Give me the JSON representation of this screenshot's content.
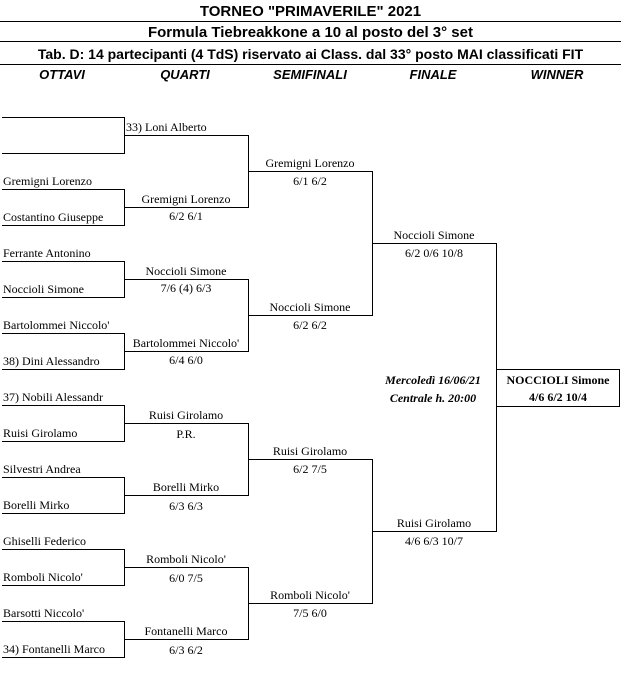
{
  "header": {
    "title": "TORNEO  \"PRIMAVERILE\"  2021",
    "subtitle": "Formula Tiebreakkone a 10 al posto del 3° set",
    "table_info": "Tab. D: 14 partecipanti (4 TdS) riservato ai Class. dal 33° posto MAI classificati FIT"
  },
  "columns": [
    "OTTAVI",
    "QUARTI",
    "SEMIFINALI",
    "FINALE",
    "WINNER"
  ],
  "ottavi": [
    "",
    "",
    "Gremigni Lorenzo",
    "Costantino Giuseppe",
    "Ferrante Antonino",
    "Noccioli Simone",
    "Bartolommei Niccolo'",
    "38) Dini Alessandro",
    "37) Nobili Alessandr",
    "Ruisi Girolamo",
    "Silvestri Andrea",
    "Borelli Mirko",
    "Ghiselli Federico",
    "Romboli Nicolo'",
    "Barsotti Niccolo'",
    "34) Fontanelli Marco"
  ],
  "quarti": [
    {
      "name": "33) Loni Alberto",
      "score": ""
    },
    {
      "name": "Gremigni  Lorenzo",
      "score": "6/2  6/1"
    },
    {
      "name": "Noccioli Simone",
      "score": "7/6 (4)  6/3"
    },
    {
      "name": "Bartolommei  Niccolo'",
      "score": "6/4  6/0"
    },
    {
      "name": "Ruisi Girolamo",
      "score": "P.R."
    },
    {
      "name": "Borelli Mirko",
      "score": "6/3  6/3"
    },
    {
      "name": "Romboli Nicolo'",
      "score": "6/0  7/5"
    },
    {
      "name": "Fontanelli Marco",
      "score": "6/3  6/2"
    }
  ],
  "semifinali": [
    {
      "name": "Gremigni Lorenzo",
      "score": "6/1  6/2"
    },
    {
      "name": "Noccioli Simone",
      "score": "6/2  6/2"
    },
    {
      "name": "Ruisi Girolamo",
      "score": "6/2  7/5"
    },
    {
      "name": "Romboli Nicolo'",
      "score": "7/5  6/0"
    }
  ],
  "finale": [
    {
      "name": "Noccioli Simone",
      "score": "6/2  0/6  10/8"
    },
    {
      "name": "Ruisi Girolamo",
      "score": "4/6  6/3  10/7"
    }
  ],
  "match_info": {
    "date": "Mercoledì 16/06/21",
    "court": "Centrale h. 20:00"
  },
  "winner": {
    "name": "NOCCIOLI  Simone",
    "score": "4/6  6/2  10/4"
  }
}
